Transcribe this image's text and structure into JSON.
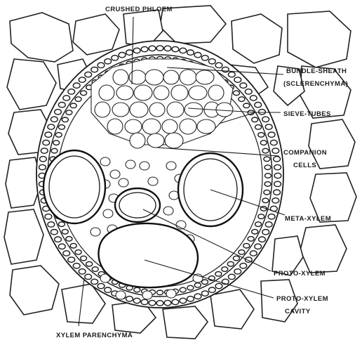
{
  "diagram": {
    "labels": {
      "crushed_phloem": "CRUSHED PHLOEM",
      "bundle_sheath_1": "BUNDLE-SHEATH",
      "bundle_sheath_2": "(SCLERENCHYMA)",
      "sieve_tubes": "SIEVE-TUBES",
      "companion_1": "COMPANION",
      "companion_2": "CELLS",
      "meta_xylem": "META-XYLEM",
      "proto_xylem": "PROTO-XYLEM",
      "proto_cavity_1": "PROTO-XYLEM",
      "proto_cavity_2": "CAVITY",
      "xylem_parenchyma": "XYLEM PARENCHYMA"
    },
    "colors": {
      "ink": "#1a1a1a",
      "paper": "#ffffff"
    }
  }
}
